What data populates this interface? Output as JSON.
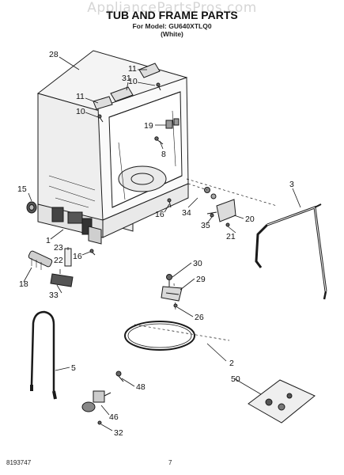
{
  "watermark": "AppliancePartsPros.com",
  "title": "TUB AND FRAME PARTS",
  "model_line": "For Model: GU640XTLQ0",
  "color_line": "(White)",
  "document_number": "8193747",
  "page_number": "7",
  "callouts": [
    {
      "id": "28",
      "label": "28"
    },
    {
      "id": "31",
      "label": "31"
    },
    {
      "id": "11a",
      "label": "11"
    },
    {
      "id": "10a",
      "label": "10"
    },
    {
      "id": "11b",
      "label": "11"
    },
    {
      "id": "10b",
      "label": "10"
    },
    {
      "id": "19",
      "label": "19"
    },
    {
      "id": "8",
      "label": "8"
    },
    {
      "id": "3",
      "label": "3"
    },
    {
      "id": "15",
      "label": "15"
    },
    {
      "id": "16a",
      "label": "16"
    },
    {
      "id": "34",
      "label": "34"
    },
    {
      "id": "20",
      "label": "20"
    },
    {
      "id": "35",
      "label": "35"
    },
    {
      "id": "21",
      "label": "21"
    },
    {
      "id": "1",
      "label": "1"
    },
    {
      "id": "23",
      "label": "23"
    },
    {
      "id": "16b",
      "label": "16"
    },
    {
      "id": "22",
      "label": "22"
    },
    {
      "id": "18",
      "label": "18"
    },
    {
      "id": "33",
      "label": "33"
    },
    {
      "id": "30",
      "label": "30"
    },
    {
      "id": "29",
      "label": "29"
    },
    {
      "id": "26",
      "label": "26"
    },
    {
      "id": "2",
      "label": "2"
    },
    {
      "id": "5",
      "label": "5"
    },
    {
      "id": "48",
      "label": "48"
    },
    {
      "id": "50",
      "label": "50"
    },
    {
      "id": "46",
      "label": "46"
    },
    {
      "id": "32",
      "label": "32"
    }
  ]
}
